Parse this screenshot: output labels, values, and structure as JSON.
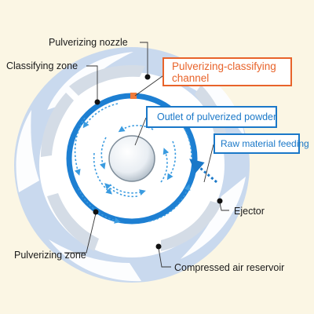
{
  "labels": {
    "pulverizing_nozzle": "Pulverizing nozzle",
    "classifying_zone": "Classifying zone",
    "pulverizing_classifying_channel": "Pulverizing-classifying\nchannel",
    "outlet": "Outlet of pulverized powder",
    "raw_material_feeding": "Raw material feeding",
    "ejector": "Ejector",
    "pulverizing_zone": "Pulverizing zone",
    "compressed_air_reservoir": "Compressed air reservoir"
  },
  "colors": {
    "background": "#fbf6e4",
    "reservoir_blue": "#c9d9ee",
    "channel_blue": "#1d7fd2",
    "flow_arrow": "#3a9be0",
    "orange": "#e8632a",
    "nozzle_orange": "#f07a3a",
    "callout_blue": "#1a78c8",
    "label_text": "#1a1a1a"
  },
  "icons": {
    "label_dot": "black-dot-icon",
    "nozzle_marker": "orange-square-icon",
    "outlet": "white-sphere-icon"
  }
}
